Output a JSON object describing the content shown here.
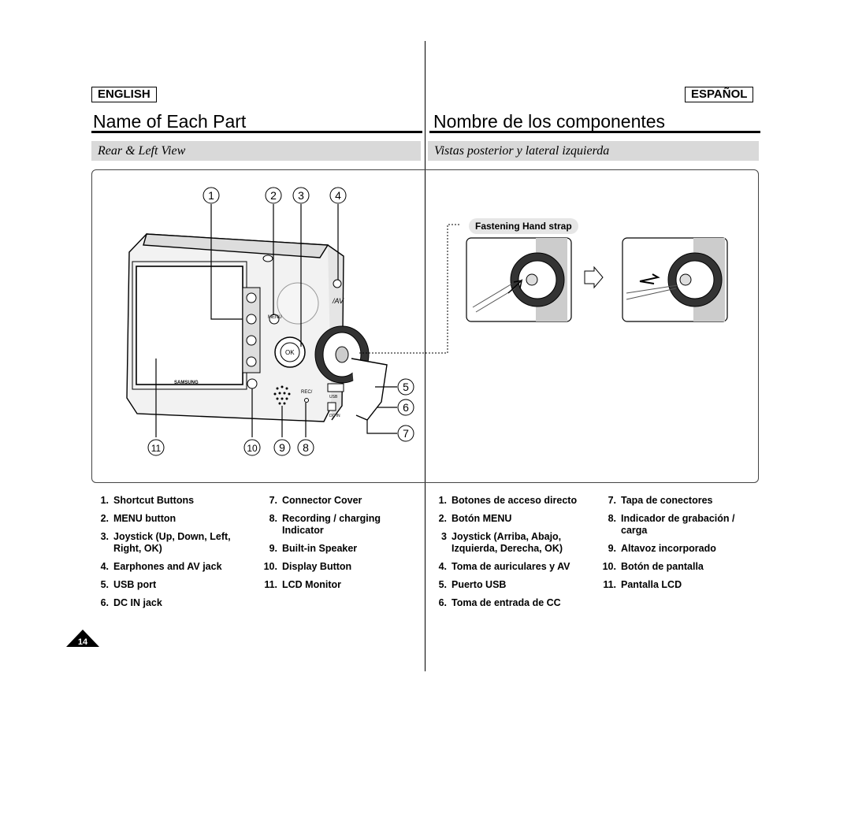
{
  "page": {
    "page_number": "14"
  },
  "english": {
    "lang_label": "ENGLISH",
    "title": "Name of Each Part",
    "subtitle": "Rear & Left View",
    "items": [
      {
        "num": "1.",
        "text": "Shortcut Buttons"
      },
      {
        "num": "2.",
        "text": "MENU button"
      },
      {
        "num": "3.",
        "text": "Joystick (Up, Down, Left, Right, OK)"
      },
      {
        "num": "4.",
        "text": "Earphones and AV jack"
      },
      {
        "num": "5.",
        "text": "USB port"
      },
      {
        "num": "6.",
        "text": "DC IN jack"
      },
      {
        "num": "7.",
        "text": "Connector Cover"
      },
      {
        "num": "8.",
        "text": "Recording / charging Indicator"
      },
      {
        "num": "9.",
        "text": "Built-in Speaker"
      },
      {
        "num": "10.",
        "text": "Display Button"
      },
      {
        "num": "11.",
        "text": "LCD Monitor"
      }
    ]
  },
  "spanish": {
    "lang_label": "ESPAÑOL",
    "title": "Nombre de los componentes",
    "subtitle": "Vistas posterior y lateral izquierda",
    "items": [
      {
        "num": "1.",
        "text": "Botones de acceso directo"
      },
      {
        "num": "2.",
        "text": "Botón MENU"
      },
      {
        "num": "3",
        "text": "Joystick (Arriba, Abajo, Izquierda, Derecha, OK)"
      },
      {
        "num": "4.",
        "text": "Toma de auriculares y AV"
      },
      {
        "num": "5.",
        "text": "Puerto USB"
      },
      {
        "num": "6.",
        "text": "Toma de entrada de CC"
      },
      {
        "num": "7.",
        "text": "Tapa de conectores"
      },
      {
        "num": "8.",
        "text": "Indicador de grabación / carga"
      },
      {
        "num": "9.",
        "text": "Altavoz incorporado"
      },
      {
        "num": "10.",
        "text": "Botón de pantalla"
      },
      {
        "num": "11.",
        "text": "Pantalla LCD"
      }
    ]
  },
  "figure": {
    "callouts": [
      "1",
      "2",
      "3",
      "4",
      "5",
      "6",
      "7",
      "8",
      "9",
      "10",
      "11"
    ],
    "strap_label": "Fastening Hand strap",
    "camera_labels": {
      "brand": "SAMSUNG",
      "menu": "MENU",
      "ok": "OK",
      "av": "/AV",
      "rec": "REC/",
      "usb": "USB",
      "dcin": "DC IN"
    }
  }
}
